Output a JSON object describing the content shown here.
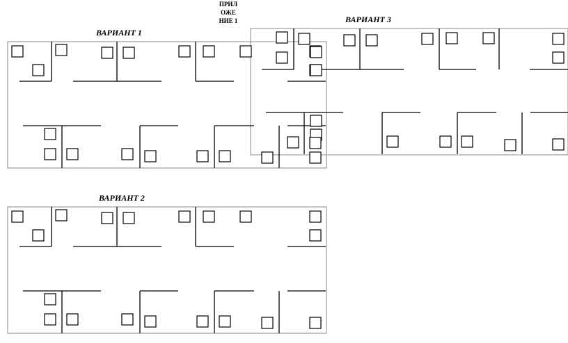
{
  "header": {
    "appendix_lines": [
      "ПРИЛ",
      "ОЖЕ",
      "НИЕ 1"
    ]
  },
  "variants": [
    {
      "id": "v1",
      "title": "ВАРИАНТ 1"
    },
    {
      "id": "v2",
      "title": "ВАРИАНТ 2"
    },
    {
      "id": "v3",
      "title": "ВАРИАНТ 3"
    }
  ],
  "colors": {
    "line": "#000000",
    "frame": "#888888",
    "background": "#ffffff"
  }
}
